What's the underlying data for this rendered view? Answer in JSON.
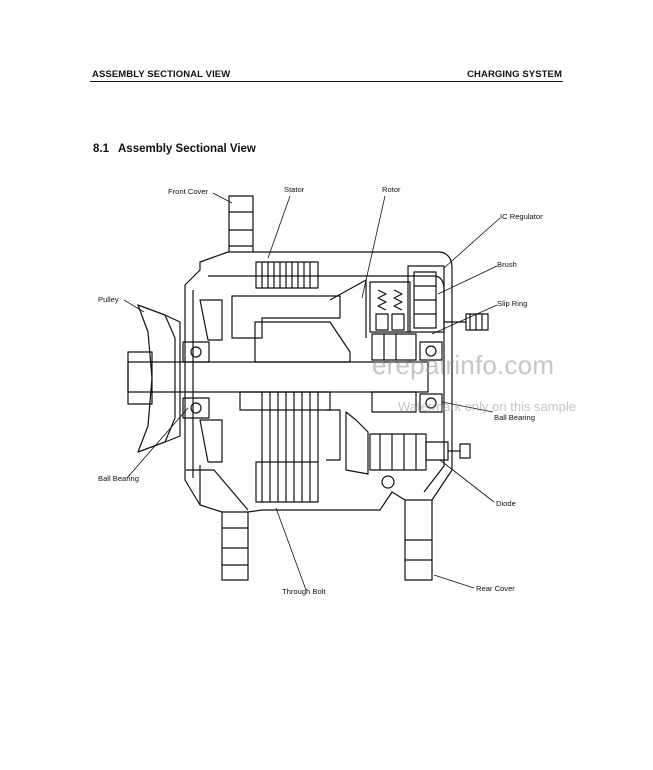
{
  "header": {
    "left": "ASSEMBLY SECTIONAL VIEW",
    "right": "CHARGING SYSTEM"
  },
  "section": {
    "number": "8.1",
    "title": "Assembly Sectional View"
  },
  "labels": {
    "front_cover": "Front Cover",
    "stator": "Stator",
    "rotor": "Rotor",
    "ic_regulator": "IC Regulator",
    "brush": "Brush",
    "slip_ring": "Slip Ring",
    "pulley": "Pulley",
    "ball_bearing_right": "Ball Bearing",
    "ball_bearing_left": "Ball Bearing",
    "diode": "Diode",
    "rear_cover": "Rear Cover",
    "through_bolt": "Through Bolt"
  },
  "watermark": {
    "site": "erepairinfo.com",
    "note": "Watermark only on this sample"
  }
}
